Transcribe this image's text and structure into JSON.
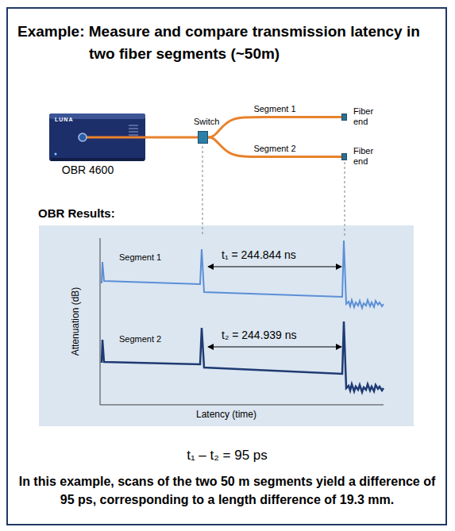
{
  "diagram": {
    "title": "Example: Measure and compare transmission latency in two fiber segments (~50m)",
    "caption": "In this example, scans of the two 50 m segments yield a difference of 95 ps, corresponding to a length difference of 19.3 mm.",
    "nodes": [
      {
        "text": [
          "LUNA",
          "OBR 4600"
        ]
      },
      {
        "text": [
          "Switch"
        ]
      },
      {
        "text": [
          "Fiber end"
        ]
      },
      {
        "text": [
          "Fiber end"
        ]
      },
      {
        "text": [
          "OBR Results:"
        ]
      }
    ],
    "edges": [
      {
        "from": 0,
        "to": 1,
        "arrow": "none"
      },
      {
        "from": 1,
        "to": 2,
        "label": "Segment 1",
        "arrow": "none"
      },
      {
        "from": 1,
        "to": 3,
        "label": "Segment 2",
        "arrow": "none"
      }
    ],
    "labels": [
      "Segment 1",
      "t₁ = 244.844 ns",
      "Segment 2",
      "t₂ = 244.939 ns",
      "Attenuation (dB)",
      "Latency (time)",
      "t₁ – t₂ = 95 ps"
    ]
  }
}
